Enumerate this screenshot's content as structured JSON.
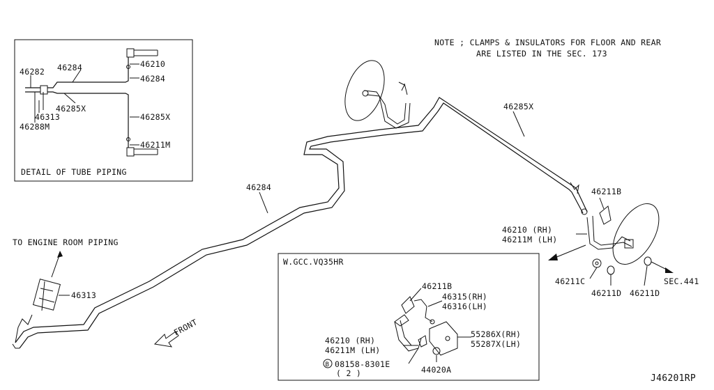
{
  "note": {
    "line1": "NOTE ; CLAMPS & INSULATORS FOR FLOOR AND REAR",
    "line2": "ARE LISTED IN THE SEC. 173"
  },
  "detail_box": {
    "caption": "DETAIL OF TUBE PIPING",
    "labels": {
      "p46282": "46282",
      "p46284a": "46284",
      "p46313": "46313",
      "p46285x_a": "46285X",
      "p46288m": "46288M",
      "p46210": "46210",
      "p46284b": "46284",
      "p46285x_b": "46285X",
      "p46211m": "46211M"
    }
  },
  "main": {
    "p46285x": "46285X",
    "p46284": "46284",
    "p46313": "46313",
    "engine_room": "TO ENGINE ROOM PIPING",
    "front": "FRONT",
    "p46211b": "46211B",
    "p46210_rh": "46210 (RH)",
    "p46211m_lh": "46211M (LH)",
    "p46211c": "46211C",
    "p46211d_a": "46211D",
    "p46211d_b": "46211D",
    "sec441": "SEC.441"
  },
  "variant_box": {
    "caption": "W.GCC.VQ35HR",
    "p46211b": "46211B",
    "p46315": "46315(RH)",
    "p46316": "46316(LH)",
    "p46210": "46210 (RH)",
    "p46211m": "46211M (LH)",
    "p55286": "55286X(RH)",
    "p55287": "55287X(LH)",
    "bolt_marker": "B",
    "bolt": "08158-8301E",
    "bolt_qty": "( 2 )",
    "p44020a": "44020A"
  },
  "diagram_id": "J46201RP"
}
